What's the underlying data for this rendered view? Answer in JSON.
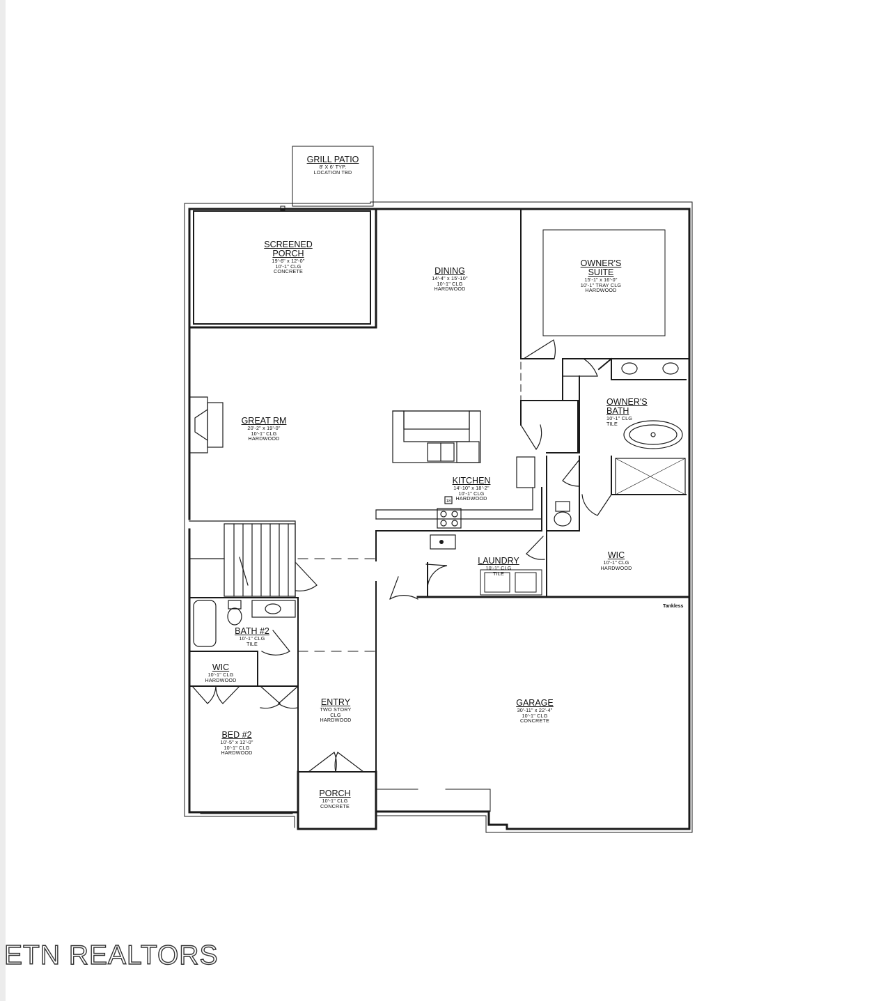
{
  "plan": {
    "rooms": {
      "grill_patio": {
        "name": "GRILL PATIO",
        "details": [
          "8' X 6' TYP.",
          "LOCATION TBD"
        ]
      },
      "screened_porch": {
        "name": [
          "SCREENED",
          "PORCH"
        ],
        "details": [
          "19'-6\" x 12'-0\"",
          "10'-1\" CLG",
          "CONCRETE"
        ]
      },
      "dining": {
        "name": "DINING",
        "details": [
          "14'-4\" x 15'-10\"",
          "10'-1\" CLG",
          "HARDWOOD"
        ]
      },
      "owners_suite": {
        "name": [
          "OWNER'S",
          "SUITE"
        ],
        "details": [
          "15'-1\" x 16'-0\"",
          "10'-1\" TRAY CLG",
          "HARDWOOD"
        ]
      },
      "great_rm": {
        "name": "GREAT RM",
        "details": [
          "20'-2\" x 19'-0\"",
          "10'-1\" CLG",
          "HARDWOOD"
        ]
      },
      "owners_bath": {
        "name": [
          "OWNER'S",
          "BATH"
        ],
        "details": [
          "10'-1\" CLG",
          "TILE"
        ]
      },
      "kitchen": {
        "name": "KITCHEN",
        "details": [
          "14'-10\" x 18'-2\"",
          "10'-1\" CLG",
          "HARDWOOD"
        ]
      },
      "laundry": {
        "name": "LAUNDRY",
        "details": [
          "10'-1\" CLG",
          "TILE"
        ]
      },
      "wic_owner": {
        "name": "WIC",
        "details": [
          "10'-1\" CLG",
          "HARDWOOD"
        ]
      },
      "bath_2": {
        "name": "BATH #2",
        "details": [
          "10'-1\" CLG",
          "TILE"
        ]
      },
      "wic_bed2": {
        "name": "WIC",
        "details": [
          "10'-1\" CLG",
          "HARDWOOD"
        ]
      },
      "entry": {
        "name": "ENTRY",
        "details": [
          "TWO STORY",
          "CLG",
          "HARDWOOD"
        ]
      },
      "garage": {
        "name": "GARAGE",
        "details": [
          "30'-11\" x 22'-4\"",
          "10'-1\" CLG",
          "CONCRETE"
        ]
      },
      "bed_2": {
        "name": "BED #2",
        "details": [
          "10'-5\" x 12'-0\"",
          "10'-1\" CLG",
          "HARDWOOD"
        ]
      },
      "porch": {
        "name": "PORCH",
        "details": [
          "10'-1\" CLG",
          "CONCRETE"
        ]
      }
    },
    "tankless_label": "Tankless",
    "fridge_tag": "18",
    "wall_color": "#1a1a1a"
  },
  "watermark": {
    "text": "ETN REALTORS"
  }
}
